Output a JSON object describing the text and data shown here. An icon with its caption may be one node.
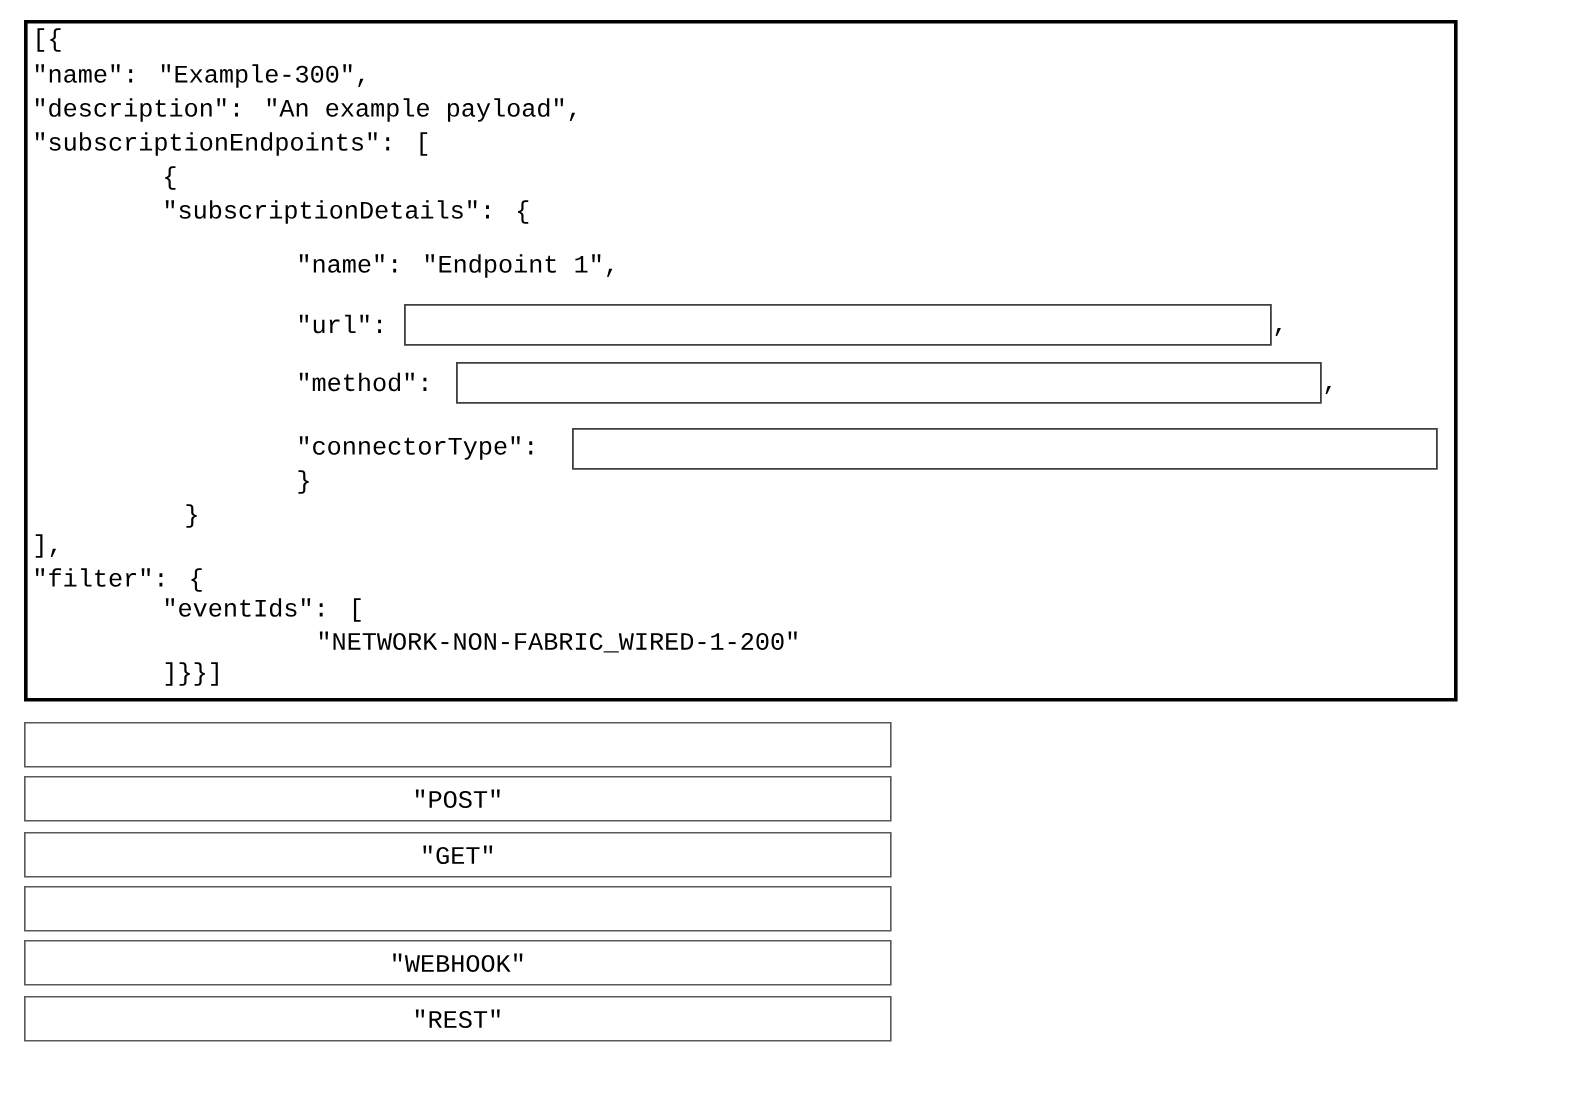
{
  "diagram": {
    "nodes": [
      {
        "text": [
          "[{",
          "\"name\": \"Example-300\",",
          "\"description\": \"An example payload\",",
          "\"subscriptionEndpoints\": [",
          "{",
          "\"subscriptionDetails\": {",
          "\"name\": \"Endpoint 1\",",
          "\"url\":",
          ",",
          "\"method\":",
          ",",
          "\"connectorType\":",
          "}",
          "}",
          "],",
          "\"filter\": {",
          "\"eventIds\": [",
          "\"NETWORK-NON-FABRIC_WIRED-1-200\"",
          "]}}]"
        ]
      },
      {
        "text": [],
        "shape": "box",
        "in": 0
      },
      {
        "text": [],
        "shape": "box",
        "in": 0
      },
      {
        "text": [],
        "shape": "box",
        "in": 0
      },
      {
        "text": [],
        "shape": "box"
      },
      {
        "text": [
          "\"POST\""
        ]
      },
      {
        "text": [
          "\"GET\""
        ]
      },
      {
        "text": [],
        "shape": "box"
      },
      {
        "text": [
          "\"WEBHOOK\""
        ]
      },
      {
        "text": [
          "\"REST\""
        ]
      }
    ]
  }
}
